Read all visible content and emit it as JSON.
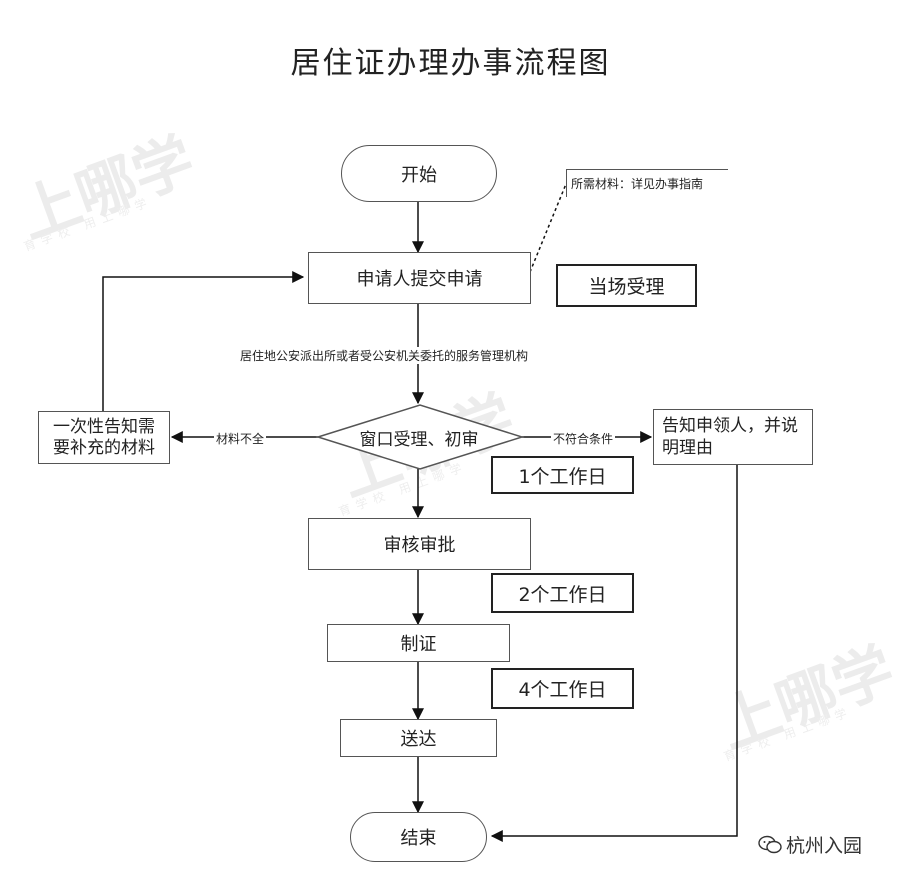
{
  "title": "居住证办理办事流程图",
  "nodes": {
    "start": "开始",
    "note": "所需材料：详见办事指南",
    "submit": "申请人提交申请",
    "onsite": "当场受理",
    "window": "窗口受理、初审",
    "supplement": "一次性告知需要补充的材料",
    "notify": "告知申领人，并说明理由",
    "review": "审核审批",
    "issue": "制证",
    "deliver": "送达",
    "end": "结束"
  },
  "edge_labels": {
    "agency": "居住地公安派出所或者受公安机关委托的服务管理机构",
    "incomplete": "材料不全",
    "noncompliant": "不符合条件"
  },
  "durations": {
    "window": "1个工作日",
    "review": "2个工作日",
    "issue": "4个工作日"
  },
  "watermark": {
    "brand": "上哪学",
    "slogan": "育学校 用上哪学"
  },
  "footer": {
    "account": "杭州入园"
  }
}
